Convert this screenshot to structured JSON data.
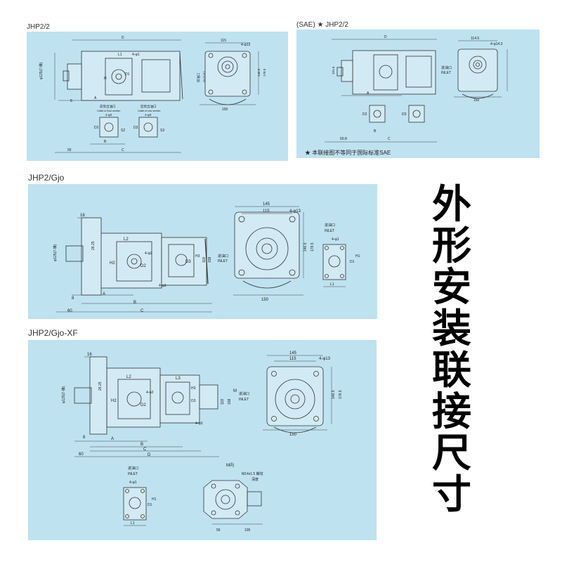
{
  "title_chars": [
    "外",
    "形",
    "安",
    "装",
    "联",
    "接",
    "尺",
    "寸"
  ],
  "sections": {
    "s1": {
      "title": "JHP2/2",
      "labels": {
        "D": "D",
        "115": "115",
        "4phi13": "4-φ13",
        "L1": "L1",
        "4phi1": "4-φ1",
        "phi125": "φ125(7-锥)",
        "H": "H",
        "D1": "D1",
        "A": "A",
        "B8": "8",
        "outlet_cn": "排油口",
        "outlet_en": "OUTLET",
        "d1465": "146.5",
        "d1785": "178.5",
        "w150": "150",
        "front_cn": "前泵出油口",
        "front_en": "Outlet of front section",
        "rear_cn": "后泵出油口",
        "rear_en": "Outlet of rear section",
        "phi2": "4-φ2",
        "phi3": "4-φ3",
        "D2": "D2",
        "D3": "D3",
        "S2": "S2",
        "S3": "S3",
        "d56": "56",
        "B": "B",
        "C": "C"
      }
    },
    "s2": {
      "title": "(SAE) ★ JHP2/2",
      "note": "★ 本联接图不等同于国际标准SAE",
      "labels": {
        "d1145": "114.5",
        "4phi143": "4-φ14.3",
        "inlet_cn": "进油口",
        "inlet_en": "INLET",
        "w150": "150",
        "d1016": "101.6",
        "D2": "D2",
        "D3": "D3",
        "B": "B",
        "C": "C",
        "A": "A",
        "D": "D",
        "d508": "50.8"
      }
    },
    "s3": {
      "title": "JHP2/Gjo",
      "labels": {
        "d16": "16",
        "d2625": "26.25",
        "L2": "L2",
        "H2": "H2",
        "D2": "D2",
        "4phi2": "4-φ2",
        "D3": "D3",
        "H3": "H3",
        "d118": "118",
        "d158": "158",
        "4phi3": "4-φ3",
        "phi125": "φ125(7-锥)",
        "A": "A",
        "B": "B",
        "C": "C",
        "d60": "60",
        "B8": "8",
        "inlet_cn": "进油口",
        "inlet_en": "INLET",
        "w145": "145",
        "w115": "115",
        "4phi13": "4-φ13",
        "d1465": "146.5",
        "d1785": "178.5",
        "w150": "150",
        "phi1": "4-φ1",
        "D1": "D1",
        "H1": "H1",
        "L1": "L1"
      }
    },
    "s4": {
      "title": "JHP2/Gjo-XF",
      "labels": {
        "d16": "16",
        "d2625": "26.25",
        "L2": "L2",
        "H2": "H2",
        "D2": "D2",
        "4phi2": "4-φ2",
        "L3": "L3",
        "H3": "H3",
        "D3": "D3",
        "4phi3": "4-φ3",
        "d118": "118",
        "d158": "158",
        "M": "M",
        "inlet_cn": "进油口",
        "inlet_en": "INLET",
        "A": "A",
        "B": "B",
        "C": "C",
        "D": "D",
        "d60": "60",
        "B8": "8",
        "phi125": "φ125(7-锥)",
        "w145": "145",
        "w115": "115",
        "4phi13": "4-φ13",
        "d1465": "146.5",
        "d1785": "178.5",
        "w150": "150",
        "inlet2_cn": "进油口",
        "inlet2_en": "INLET",
        "phi1": "4-φ1",
        "D1": "D1",
        "H1": "H1",
        "L1": "L1",
        "m_dir": "M向",
        "m14": "M14x1.5 螺纹",
        "deep": "深度",
        "d56": "56",
        "d105": "105"
      }
    }
  }
}
